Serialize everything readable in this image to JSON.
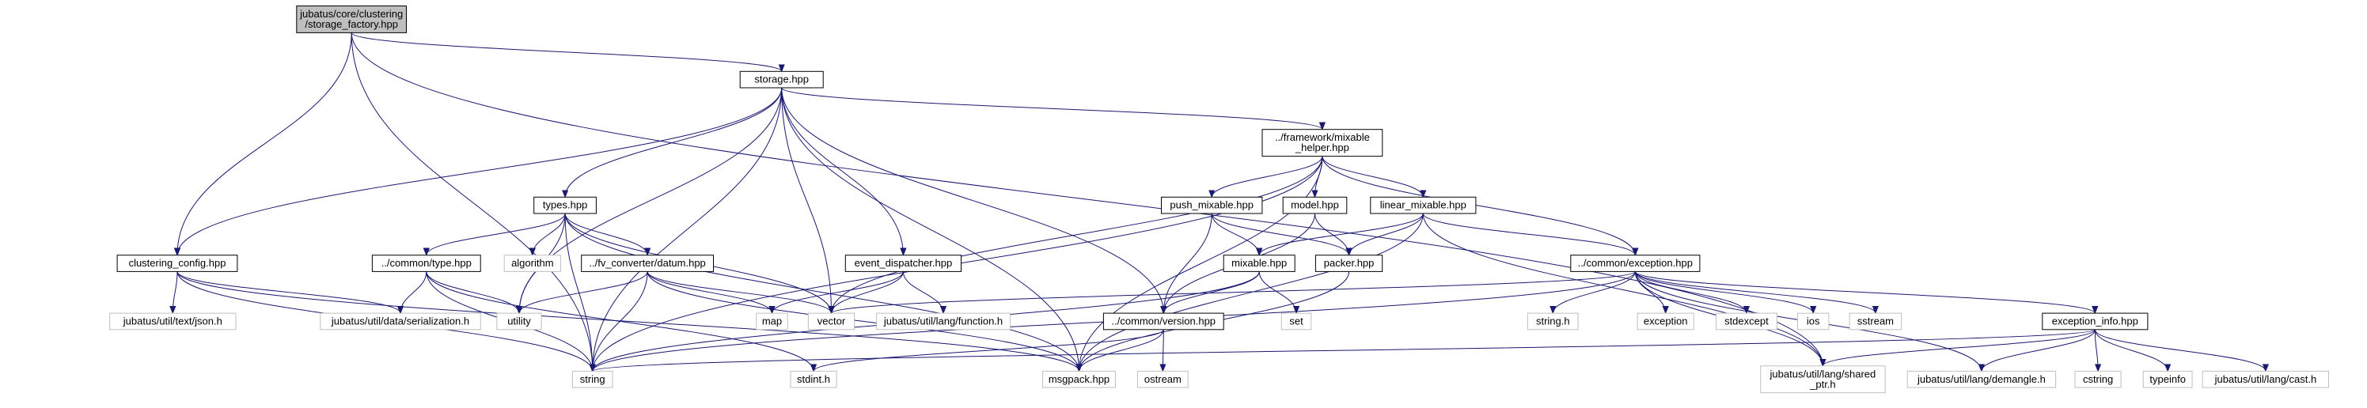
{
  "colors": {
    "edge": "#191970",
    "node_border": "#000000",
    "external_border": "#bfbfbf",
    "root_fill": "#bfbfbf",
    "node_fill": "#ffffff",
    "text": "#000000"
  },
  "nodes": [
    {
      "id": "storage_factory",
      "lines": [
        "jubatus/core/clustering",
        "/storage_factory.hpp"
      ],
      "kind": "root"
    },
    {
      "id": "storage",
      "lines": [
        "storage.hpp"
      ],
      "kind": "file"
    },
    {
      "id": "clustering_config",
      "lines": [
        "clustering_config.hpp"
      ],
      "kind": "file"
    },
    {
      "id": "types",
      "lines": [
        "types.hpp"
      ],
      "kind": "file"
    },
    {
      "id": "mixable_helper",
      "lines": [
        "../framework/mixable",
        "_helper.hpp"
      ],
      "kind": "file"
    },
    {
      "id": "event_dispatcher",
      "lines": [
        "event_dispatcher.hpp"
      ],
      "kind": "file"
    },
    {
      "id": "push_mixable",
      "lines": [
        "push_mixable.hpp"
      ],
      "kind": "file"
    },
    {
      "id": "model",
      "lines": [
        "model.hpp"
      ],
      "kind": "file"
    },
    {
      "id": "linear_mixable",
      "lines": [
        "linear_mixable.hpp"
      ],
      "kind": "file"
    },
    {
      "id": "common_type",
      "lines": [
        "../common/type.hpp"
      ],
      "kind": "file"
    },
    {
      "id": "algorithm",
      "lines": [
        "algorithm"
      ],
      "kind": "ext"
    },
    {
      "id": "datum",
      "lines": [
        "../fv_converter/datum.hpp"
      ],
      "kind": "file"
    },
    {
      "id": "mixable",
      "lines": [
        "mixable.hpp"
      ],
      "kind": "file"
    },
    {
      "id": "packer",
      "lines": [
        "packer.hpp"
      ],
      "kind": "file"
    },
    {
      "id": "exception",
      "lines": [
        "../common/exception.hpp"
      ],
      "kind": "file"
    },
    {
      "id": "json",
      "lines": [
        "jubatus/util/text/json.h"
      ],
      "kind": "ext"
    },
    {
      "id": "serialization",
      "lines": [
        "jubatus/util/data/serialization.h"
      ],
      "kind": "ext"
    },
    {
      "id": "utility",
      "lines": [
        "utility"
      ],
      "kind": "ext"
    },
    {
      "id": "map",
      "lines": [
        "map"
      ],
      "kind": "ext"
    },
    {
      "id": "vector",
      "lines": [
        "vector"
      ],
      "kind": "ext"
    },
    {
      "id": "function",
      "lines": [
        "jubatus/util/lang/function.h"
      ],
      "kind": "ext"
    },
    {
      "id": "version",
      "lines": [
        "../common/version.hpp"
      ],
      "kind": "file"
    },
    {
      "id": "set",
      "lines": [
        "set"
      ],
      "kind": "ext"
    },
    {
      "id": "string_h",
      "lines": [
        "string.h"
      ],
      "kind": "ext"
    },
    {
      "id": "exception_std",
      "lines": [
        "exception"
      ],
      "kind": "ext"
    },
    {
      "id": "stdexcept",
      "lines": [
        "stdexcept"
      ],
      "kind": "ext"
    },
    {
      "id": "ios",
      "lines": [
        "ios"
      ],
      "kind": "ext"
    },
    {
      "id": "sstream",
      "lines": [
        "sstream"
      ],
      "kind": "ext"
    },
    {
      "id": "exception_info",
      "lines": [
        "exception_info.hpp"
      ],
      "kind": "file"
    },
    {
      "id": "string",
      "lines": [
        "string"
      ],
      "kind": "ext"
    },
    {
      "id": "stdint",
      "lines": [
        "stdint.h"
      ],
      "kind": "ext"
    },
    {
      "id": "msgpack",
      "lines": [
        "msgpack.hpp"
      ],
      "kind": "ext"
    },
    {
      "id": "ostream",
      "lines": [
        "ostream"
      ],
      "kind": "ext"
    },
    {
      "id": "shared_ptr",
      "lines": [
        "jubatus/util/lang/shared",
        "_ptr.h"
      ],
      "kind": "ext"
    },
    {
      "id": "demangle",
      "lines": [
        "jubatus/util/lang/demangle.h"
      ],
      "kind": "ext"
    },
    {
      "id": "cstring",
      "lines": [
        "cstring"
      ],
      "kind": "ext"
    },
    {
      "id": "typeinfo",
      "lines": [
        "typeinfo"
      ],
      "kind": "ext"
    },
    {
      "id": "cast",
      "lines": [
        "jubatus/util/lang/cast.h"
      ],
      "kind": "ext"
    }
  ],
  "edges": [
    [
      "storage_factory",
      "storage"
    ],
    [
      "storage_factory",
      "clustering_config"
    ],
    [
      "storage_factory",
      "string"
    ],
    [
      "storage_factory",
      "shared_ptr"
    ],
    [
      "storage",
      "clustering_config"
    ],
    [
      "storage",
      "types"
    ],
    [
      "storage",
      "mixable_helper"
    ],
    [
      "storage",
      "event_dispatcher"
    ],
    [
      "storage",
      "version"
    ],
    [
      "storage",
      "vector"
    ],
    [
      "storage",
      "string"
    ],
    [
      "storage",
      "msgpack"
    ],
    [
      "storage",
      "utility"
    ],
    [
      "clustering_config",
      "json"
    ],
    [
      "clustering_config",
      "serialization"
    ],
    [
      "clustering_config",
      "string"
    ],
    [
      "clustering_config",
      "msgpack"
    ],
    [
      "types",
      "common_type"
    ],
    [
      "types",
      "algorithm"
    ],
    [
      "types",
      "datum"
    ],
    [
      "types",
      "vector"
    ],
    [
      "types",
      "utility"
    ],
    [
      "types",
      "string"
    ],
    [
      "types",
      "msgpack"
    ],
    [
      "mixable_helper",
      "push_mixable"
    ],
    [
      "mixable_helper",
      "model"
    ],
    [
      "mixable_helper",
      "linear_mixable"
    ],
    [
      "mixable_helper",
      "exception"
    ],
    [
      "mixable_helper",
      "vector"
    ],
    [
      "mixable_helper",
      "string"
    ],
    [
      "mixable_helper",
      "msgpack"
    ],
    [
      "event_dispatcher",
      "map"
    ],
    [
      "event_dispatcher",
      "vector"
    ],
    [
      "event_dispatcher",
      "function"
    ],
    [
      "push_mixable",
      "mixable"
    ],
    [
      "push_mixable",
      "packer"
    ],
    [
      "push_mixable",
      "version"
    ],
    [
      "model",
      "packer"
    ],
    [
      "model",
      "version"
    ],
    [
      "linear_mixable",
      "mixable"
    ],
    [
      "linear_mixable",
      "packer"
    ],
    [
      "linear_mixable",
      "exception"
    ],
    [
      "linear_mixable",
      "msgpack"
    ],
    [
      "linear_mixable",
      "shared_ptr"
    ],
    [
      "common_type",
      "serialization"
    ],
    [
      "common_type",
      "utility"
    ],
    [
      "common_type",
      "string"
    ],
    [
      "common_type",
      "stdint"
    ],
    [
      "datum",
      "utility"
    ],
    [
      "datum",
      "map"
    ],
    [
      "datum",
      "vector"
    ],
    [
      "datum",
      "string"
    ],
    [
      "datum",
      "msgpack"
    ],
    [
      "mixable",
      "version"
    ],
    [
      "mixable",
      "set"
    ],
    [
      "mixable",
      "string"
    ],
    [
      "packer",
      "msgpack"
    ],
    [
      "exception",
      "vector"
    ],
    [
      "exception",
      "string"
    ],
    [
      "exception",
      "string_h"
    ],
    [
      "exception",
      "exception_std"
    ],
    [
      "exception",
      "stdexcept"
    ],
    [
      "exception",
      "ios"
    ],
    [
      "exception",
      "sstream"
    ],
    [
      "exception",
      "exception_info"
    ],
    [
      "exception",
      "shared_ptr"
    ],
    [
      "exception",
      "demangle"
    ],
    [
      "version",
      "ostream"
    ],
    [
      "version",
      "msgpack"
    ],
    [
      "version",
      "stdint"
    ],
    [
      "exception_info",
      "string"
    ],
    [
      "exception_info",
      "shared_ptr"
    ],
    [
      "exception_info",
      "demangle"
    ],
    [
      "exception_info",
      "cstring"
    ],
    [
      "exception_info",
      "typeinfo"
    ],
    [
      "exception_info",
      "cast"
    ]
  ]
}
